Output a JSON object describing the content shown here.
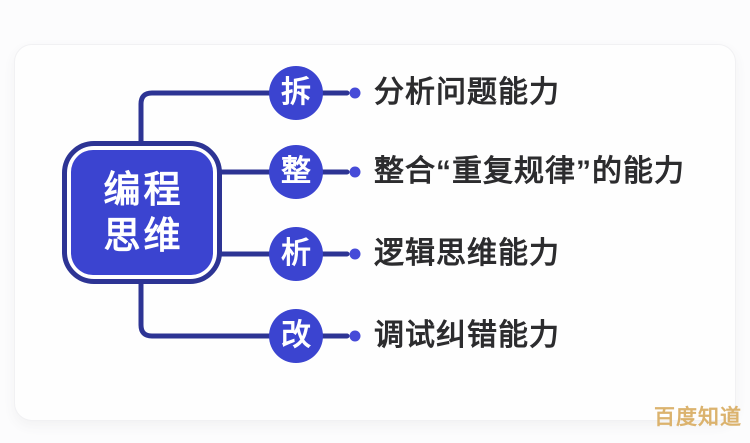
{
  "root": {
    "line1": "编程",
    "line2": "思维"
  },
  "branches": [
    {
      "key": "拆",
      "label": "分析问题能力"
    },
    {
      "key": "整",
      "label": "整合“重复规律”的能力"
    },
    {
      "key": "析",
      "label": "逻辑思维能力"
    },
    {
      "key": "改",
      "label": "调试纠错能力"
    }
  ],
  "watermark": "百度知道",
  "colors": {
    "page_bg": "#fcfcfd",
    "card_bg": "#fefefe",
    "line": "#2d3494",
    "node_fill": "#3b44d0",
    "node_border": "#2d3494",
    "dot": "#464bd8",
    "node_text": "#ffffff",
    "label_text": "#2c2c2e",
    "watermark": "#d9ad62"
  }
}
